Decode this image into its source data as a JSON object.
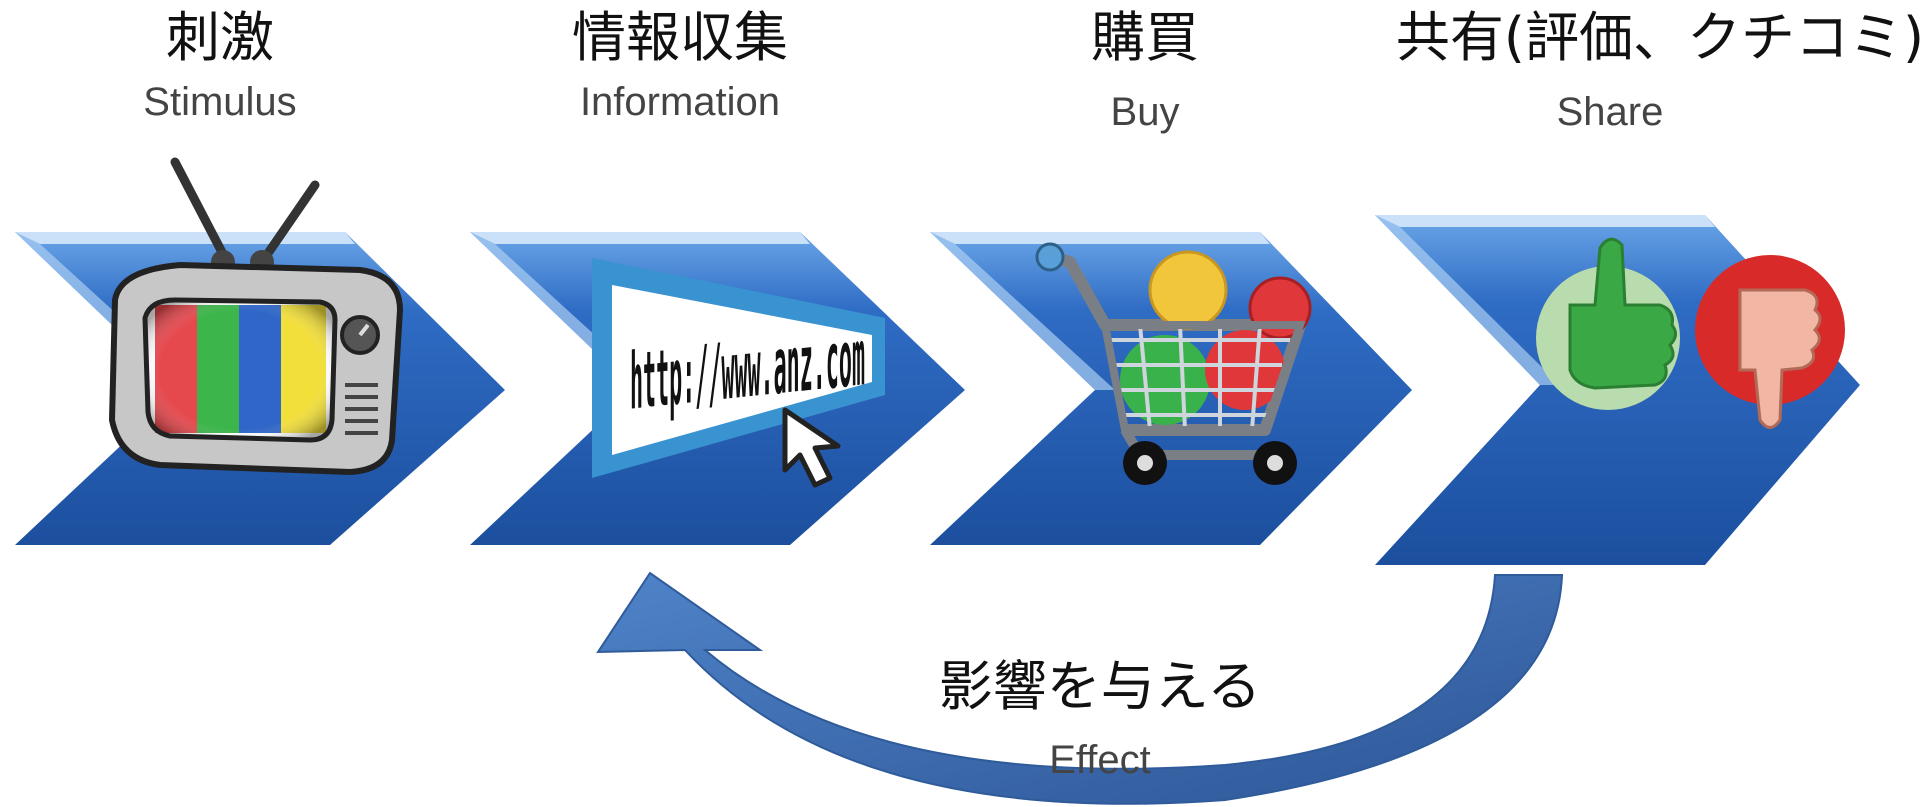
{
  "stages": [
    {
      "title": "刺激",
      "subtitle": "Stimulus",
      "icon": "tv-icon"
    },
    {
      "title": "情報収集",
      "subtitle": "Information",
      "icon": "browser-url-icon",
      "url_text": "http://www.anz.com"
    },
    {
      "title": "購買",
      "subtitle": "Buy",
      "icon": "shopping-cart-icon"
    },
    {
      "title": "共有(評価、クチコミ)",
      "subtitle": "Share",
      "icon": "thumbs-up-down-icon"
    }
  ],
  "effect": {
    "title": "影響を与える",
    "subtitle": "Effect"
  },
  "colors": {
    "chevron_dark": "#1f56a8",
    "chevron_light": "#4f8fdc",
    "arrow": "#3b66a8"
  }
}
